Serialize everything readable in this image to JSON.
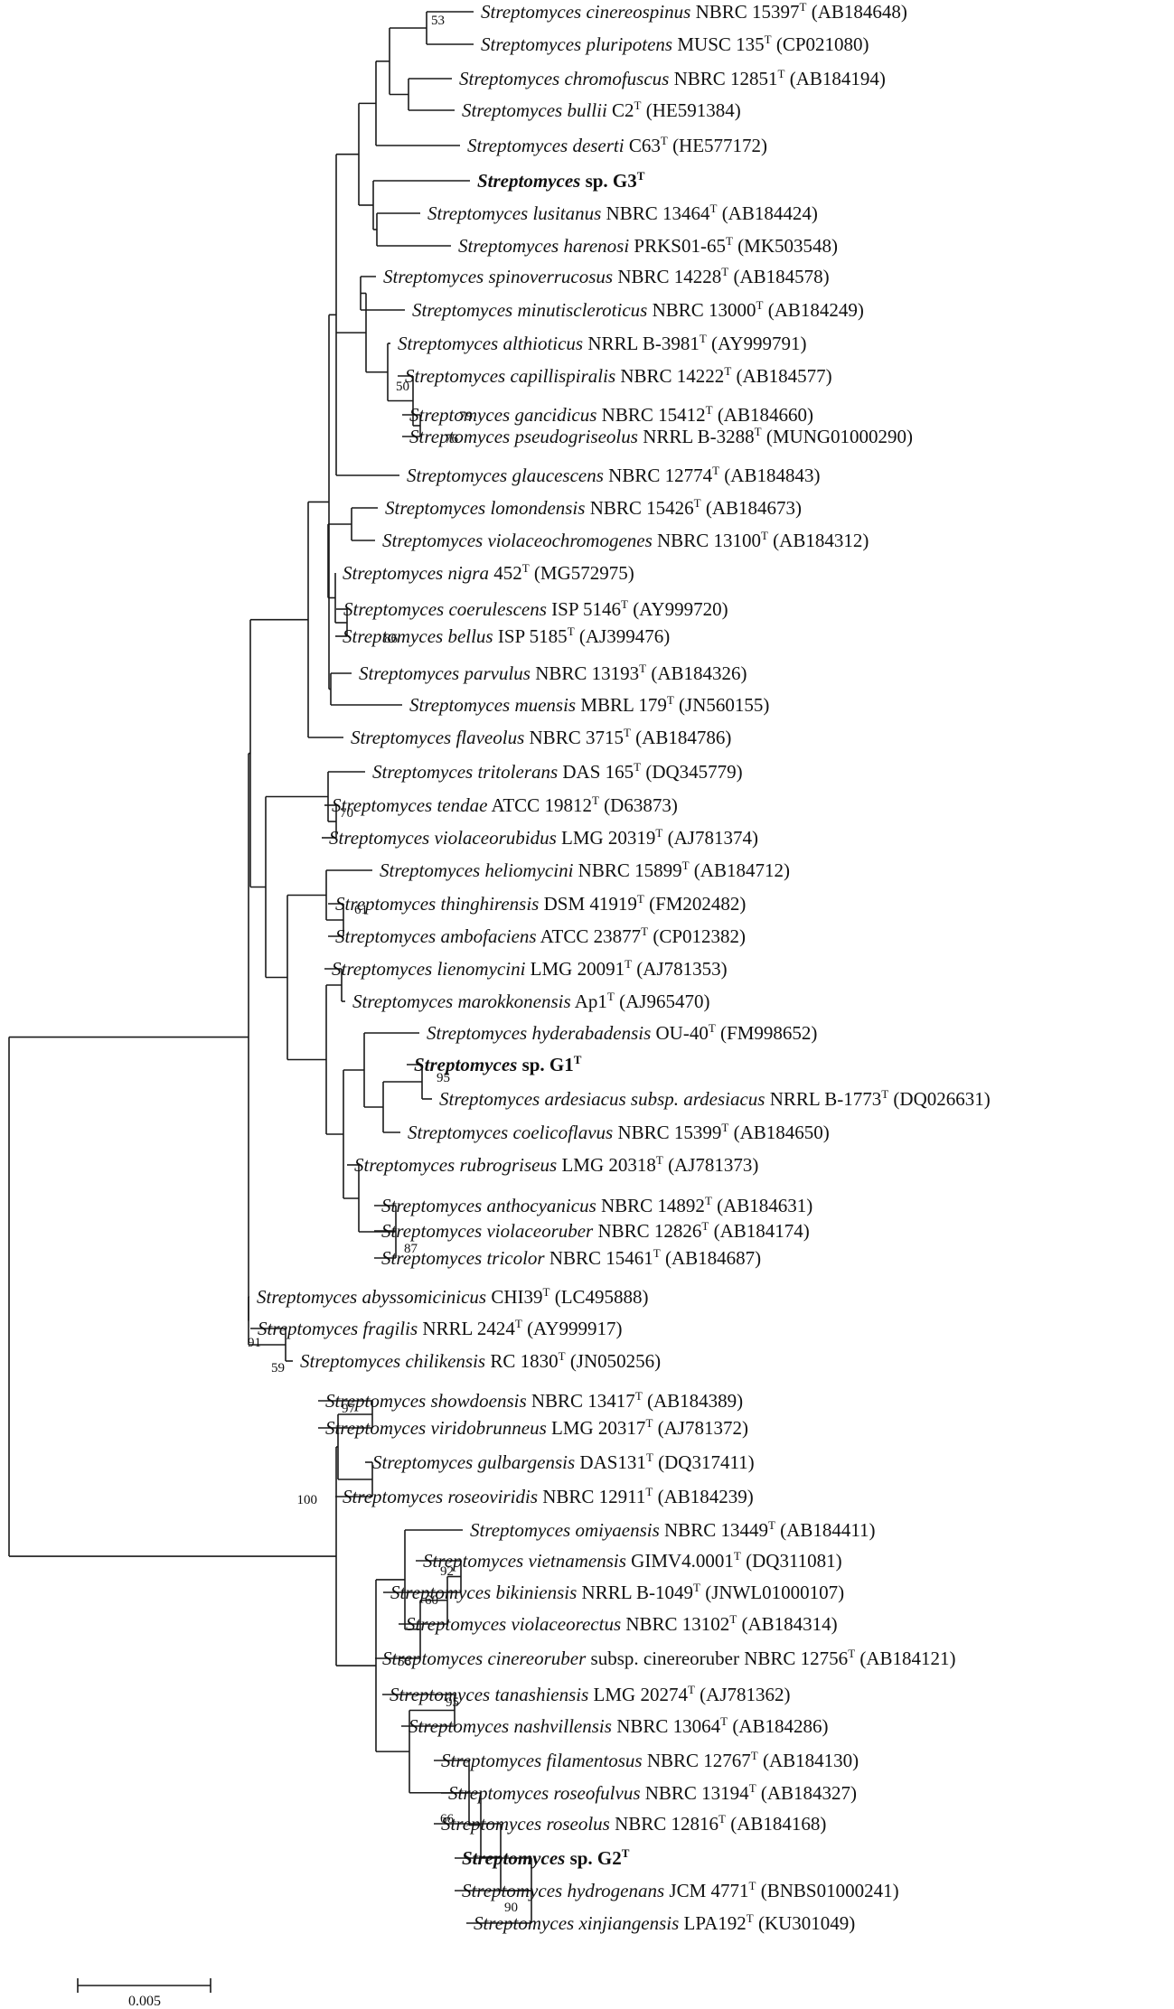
{
  "figure": {
    "scale_bar_label": "0.005"
  },
  "leaves": [
    {
      "genus": "Streptomyces",
      "species": "cinereospinus",
      "strain": "NBRC 15397",
      "type": "T",
      "acc": "(AB184648)",
      "bold": false
    },
    {
      "genus": "Streptomyces",
      "species": "pluripotens",
      "strain": "MUSC 135",
      "type": "T",
      "acc": "(CP021080)",
      "bold": false
    },
    {
      "genus": "Streptomyces",
      "species": "chromofuscus",
      "strain": "NBRC 12851",
      "type": "T",
      "acc": "(AB184194)",
      "bold": false
    },
    {
      "genus": "Streptomyces",
      "species": "bullii",
      "strain": "C2",
      "type": "T",
      "acc": "(HE591384)",
      "bold": false
    },
    {
      "genus": "Streptomyces",
      "species": "deserti",
      "strain": "C63",
      "type": "T",
      "acc": "(HE577172)",
      "bold": false
    },
    {
      "genus": "Streptomyces",
      "species": "",
      "strain": "sp. G3",
      "type": "T",
      "acc": "",
      "bold": true
    },
    {
      "genus": "Streptomyces",
      "species": "lusitanus",
      "strain": "NBRC 13464",
      "type": "T",
      "acc": "(AB184424)",
      "bold": false
    },
    {
      "genus": "Streptomyces",
      "species": "harenosi",
      "strain": "PRKS01-65",
      "type": "T",
      "acc": "(MK503548)",
      "bold": false
    },
    {
      "genus": "Streptomyces",
      "species": "spinoverrucosus",
      "strain": "NBRC 14228",
      "type": "T",
      "acc": "(AB184578)",
      "bold": false
    },
    {
      "genus": "Streptomyces",
      "species": "minutiscleroticus",
      "strain": "NBRC 13000",
      "type": "T",
      "acc": "(AB184249)",
      "bold": false
    },
    {
      "genus": "Streptomyces",
      "species": "althioticus",
      "strain": "NRRL B-3981",
      "type": "T",
      "acc": "(AY999791)",
      "bold": false
    },
    {
      "genus": "Streptomyces",
      "species": "capillispiralis",
      "strain": "NBRC 14222",
      "type": "T",
      "acc": "(AB184577)",
      "bold": false
    },
    {
      "genus": "Streptomyces",
      "species": "gancidicus",
      "strain": "NBRC 15412",
      "type": "T",
      "acc": "(AB184660)",
      "bold": false
    },
    {
      "genus": "Streptomyces",
      "species": "pseudogriseolus",
      "strain": "NRRL B-3288",
      "type": "T",
      "acc": "(MUNG01000290)",
      "bold": false
    },
    {
      "genus": "Streptomyces",
      "species": "glaucescens",
      "strain": "NBRC 12774",
      "type": "T",
      "acc": "(AB184843)",
      "bold": false
    },
    {
      "genus": "Streptomyces",
      "species": "lomondensis",
      "strain": "NBRC 15426",
      "type": "T",
      "acc": "(AB184673)",
      "bold": false
    },
    {
      "genus": "Streptomyces",
      "species": "violaceochromogenes",
      "strain": "NBRC 13100",
      "type": "T",
      "acc": "(AB184312)",
      "bold": false
    },
    {
      "genus": "Streptomyces",
      "species": "nigra",
      "strain": "452",
      "type": "T",
      "acc": "(MG572975)",
      "bold": false
    },
    {
      "genus": "Streptomyces",
      "species": "coerulescens",
      "strain": "ISP 5146",
      "type": "T",
      "acc": "(AY999720)",
      "bold": false
    },
    {
      "genus": "Streptomyces",
      "species": "bellus",
      "strain": "ISP 5185",
      "type": "T",
      "acc": "(AJ399476)",
      "bold": false
    },
    {
      "genus": "Streptomyces",
      "species": "parvulus",
      "strain": "NBRC 13193",
      "type": "T",
      "acc": "(AB184326)",
      "bold": false
    },
    {
      "genus": "Streptomyces",
      "species": "muensis",
      "strain": "MBRL 179",
      "type": "T",
      "acc": "(JN560155)",
      "bold": false
    },
    {
      "genus": "Streptomyces",
      "species": "flaveolus",
      "strain": "NBRC 3715",
      "type": "T",
      "acc": "(AB184786)",
      "bold": false
    },
    {
      "genus": "Streptomyces",
      "species": "tritolerans",
      "strain": "DAS 165",
      "type": "T",
      "acc": "(DQ345779)",
      "bold": false
    },
    {
      "genus": "Streptomyces",
      "species": "tendae",
      "strain": "ATCC 19812",
      "type": "T",
      "acc": "(D63873)",
      "bold": false
    },
    {
      "genus": "Streptomyces",
      "species": "violaceorubidus",
      "strain": "LMG 20319",
      "type": "T",
      "acc": "(AJ781374)",
      "bold": false
    },
    {
      "genus": "Streptomyces",
      "species": "heliomycini",
      "strain": "NBRC 15899",
      "type": "T",
      "acc": "(AB184712)",
      "bold": false
    },
    {
      "genus": "Streptomyces",
      "species": "thinghirensis",
      "strain": "DSM 41919",
      "type": "T",
      "acc": "(FM202482)",
      "bold": false
    },
    {
      "genus": "Streptomyces",
      "species": "ambofaciens",
      "strain": "ATCC 23877",
      "type": "T",
      "acc": "(CP012382)",
      "bold": false
    },
    {
      "genus": "Streptomyces",
      "species": "lienomycini",
      "strain": "LMG 20091",
      "type": "T",
      "acc": "(AJ781353)",
      "bold": false
    },
    {
      "genus": "Streptomyces",
      "species": "marokkonensis",
      "strain": "Ap1",
      "type": "T",
      "acc": "(AJ965470)",
      "bold": false
    },
    {
      "genus": "Streptomyces",
      "species": "hyderabadensis",
      "strain": "OU-40",
      "type": "T",
      "acc": "(FM998652)",
      "bold": false
    },
    {
      "genus": "Streptomyces",
      "species": "",
      "strain": "sp. G1",
      "type": "T",
      "acc": "",
      "bold": true
    },
    {
      "genus": "Streptomyces",
      "species": "ardesiacus subsp. ardesiacus",
      "strain": "NRRL B-1773",
      "type": "T",
      "acc": "(DQ026631)",
      "bold": false
    },
    {
      "genus": "Streptomyces",
      "species": "coelicoflavus",
      "strain": "NBRC 15399",
      "type": "T",
      "acc": "(AB184650)",
      "bold": false
    },
    {
      "genus": "Streptomyces",
      "species": "rubrogriseus",
      "strain": "LMG 20318",
      "type": "T",
      "acc": "(AJ781373)",
      "bold": false
    },
    {
      "genus": "Streptomyces",
      "species": "anthocyanicus",
      "strain": "NBRC 14892",
      "type": "T",
      "acc": "(AB184631)",
      "bold": false
    },
    {
      "genus": "Streptomyces",
      "species": "violaceoruber",
      "strain": "NBRC 12826",
      "type": "T",
      "acc": "(AB184174)",
      "bold": false
    },
    {
      "genus": "Streptomyces",
      "species": "tricolor",
      "strain": "NBRC 15461",
      "type": "T",
      "acc": "(AB184687)",
      "bold": false
    },
    {
      "genus": "Streptomyces",
      "species": "abyssomicinicus",
      "strain": "CHI39",
      "type": "T",
      "acc": "(LC495888)",
      "bold": false
    },
    {
      "genus": "Streptomyces",
      "species": "fragilis",
      "strain": "NRRL 2424",
      "type": "T",
      "acc": "(AY999917)",
      "bold": false
    },
    {
      "genus": "Streptomyces",
      "species": "chilikensis",
      "strain": "RC 1830",
      "type": "T",
      "acc": "(JN050256)",
      "bold": false
    },
    {
      "genus": "Streptomyces",
      "species": "showdoensis",
      "strain": "NBRC 13417",
      "type": "T",
      "acc": "(AB184389)",
      "bold": false
    },
    {
      "genus": "Streptomyces",
      "species": "viridobrunneus",
      "strain": "LMG 20317",
      "type": "T",
      "acc": "(AJ781372)",
      "bold": false
    },
    {
      "genus": "Streptomyces",
      "species": "gulbargensis",
      "strain": "DAS131",
      "type": "T",
      "acc": "(DQ317411)",
      "bold": false
    },
    {
      "genus": "Streptomyces",
      "species": "roseoviridis",
      "strain": "NBRC 12911",
      "type": "T",
      "acc": "(AB184239)",
      "bold": false
    },
    {
      "genus": "Streptomyces",
      "species": "omiyaensis",
      "strain": "NBRC 13449",
      "type": "T",
      "acc": "(AB184411)",
      "bold": false
    },
    {
      "genus": "Streptomyces",
      "species": "vietnamensis",
      "strain": "GIMV4.0001",
      "type": "T",
      "acc": "(DQ311081)",
      "bold": false
    },
    {
      "genus": "Streptomyces",
      "species": "bikiniensis",
      "strain": "NRRL B-1049",
      "type": "T",
      "acc": "(JNWL01000107)",
      "bold": false
    },
    {
      "genus": "Streptomyces",
      "species": "violaceorectus",
      "strain": "NBRC 13102",
      "type": "T",
      "acc": "(AB184314)",
      "bold": false
    },
    {
      "genus": "Streptomyces",
      "species": "cinereoruber",
      "strain": "subsp. cinereoruber NBRC 12756",
      "type": "T",
      "acc": "(AB184121)",
      "bold": false
    },
    {
      "genus": "Streptomyces",
      "species": "tanashiensis",
      "strain": "LMG 20274",
      "type": "T",
      "acc": "(AJ781362)",
      "bold": false
    },
    {
      "genus": "Streptomyces",
      "species": "nashvillensis",
      "strain": "NBRC 13064",
      "type": "T",
      "acc": "(AB184286)",
      "bold": false
    },
    {
      "genus": "Streptomyces",
      "species": "filamentosus",
      "strain": "NBRC 12767",
      "type": "T",
      "acc": "(AB184130)",
      "bold": false
    },
    {
      "genus": "Streptomyces",
      "species": "roseofulvus",
      "strain": "NBRC 13194",
      "type": "T",
      "acc": "(AB184327)",
      "bold": false
    },
    {
      "genus": "Streptomyces",
      "species": "roseolus",
      "strain": "NBRC 12816",
      "type": "T",
      "acc": "(AB184168)",
      "bold": false
    },
    {
      "genus": "Streptomyces",
      "species": "",
      "strain": "sp. G2",
      "type": "T",
      "acc": "",
      "bold": true
    },
    {
      "genus": "Streptomyces",
      "species": "hydrogenans",
      "strain": "JCM 4771",
      "type": "T",
      "acc": "(BNBS01000241)",
      "bold": false
    },
    {
      "genus": "Streptomyces",
      "species": "xinjiangensis",
      "strain": "LPA192",
      "type": "T",
      "acc": "(KU301049)",
      "bold": false
    }
  ],
  "bootstrap": [
    "53",
    "50",
    "79",
    "76",
    "86",
    "70",
    "61",
    "95",
    "87",
    "91",
    "59",
    "97",
    "100",
    "92",
    "60",
    "56",
    "95",
    "66",
    "90"
  ]
}
